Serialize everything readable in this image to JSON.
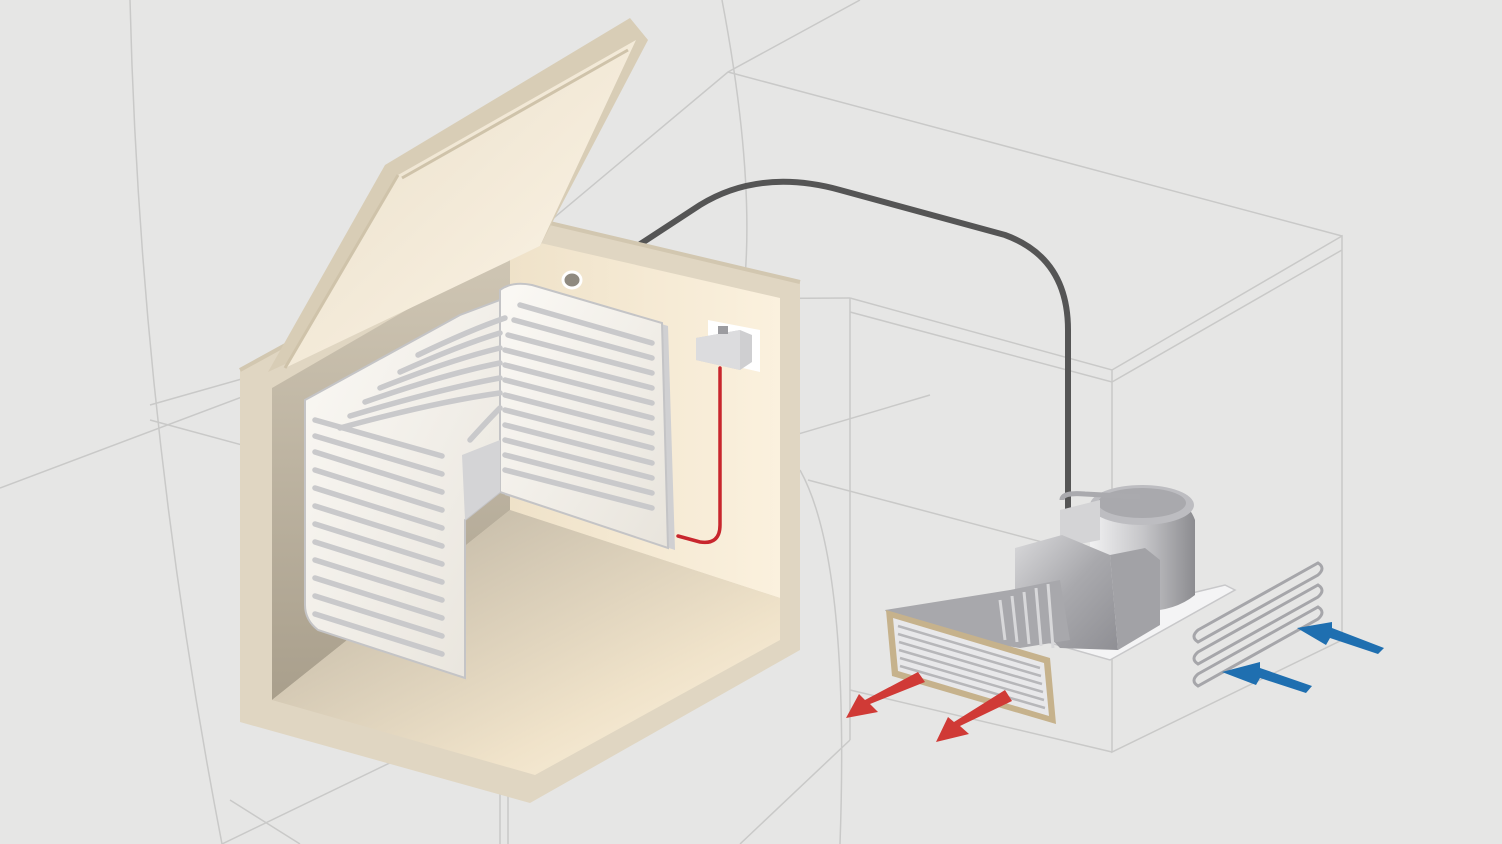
{
  "colors": {
    "background": "#e6e6e5",
    "guide_line": "#c9c9c8",
    "cabinet_shell": "#e0d6c2",
    "cabinet_interior": "#f7ecd9",
    "evaporator_plate": "#f6f3ee",
    "evaporator_slot": "#c9c9cb",
    "suction_line": "#555555",
    "capillary_line": "#c8262d",
    "hot_air_arrow": "#d03a36",
    "cold_air_arrow": "#1f6fb0",
    "condenser_frame": "#c6b28c",
    "machinery": "#b9b9bc"
  },
  "parts": {
    "cabinet": "freezer-cabinet",
    "lid": "hinged-lid",
    "evaporator": "evaporator-plate",
    "thermostat": "thermostat-box",
    "suction_line": "suction-line",
    "capillary_tube": "capillary-tube",
    "compressor": "compressor",
    "fan": "condenser-fan",
    "condenser": "condenser-grille",
    "inlet_coil": "air-inlet-coil",
    "hot_air_arrows": "warm-air-out-arrows",
    "cold_air_arrows": "cool-air-in-arrows"
  }
}
